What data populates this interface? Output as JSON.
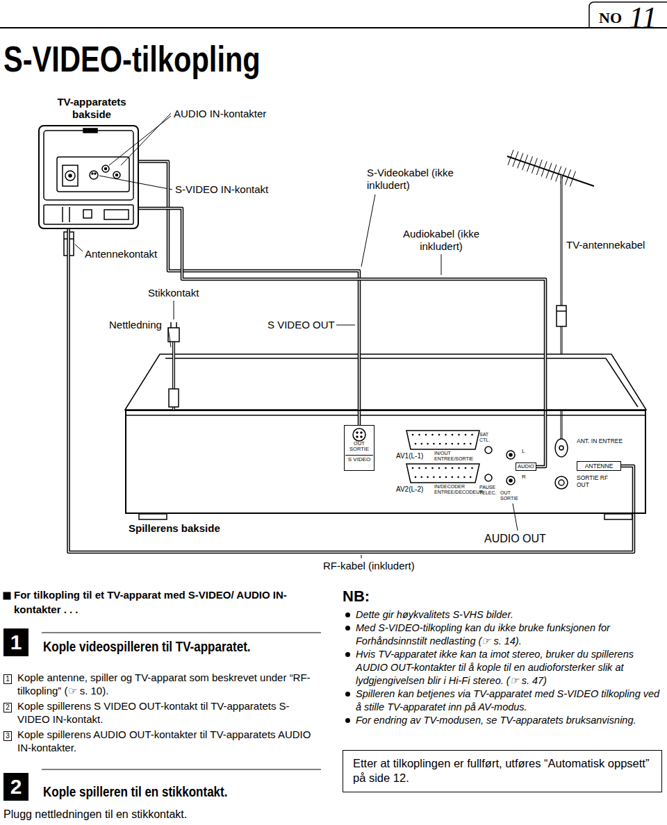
{
  "diagram": {
    "title": "S-VIDEO-tilkopling",
    "nodes": [
      {
        "text": [
          "TV-apparatets bakside"
        ]
      },
      {
        "text": [
          "Spillerens bakside"
        ]
      },
      {
        "text": [
          "OUT SORTIE",
          "S VIDEO"
        ],
        "in": 1
      },
      {
        "text": [
          "AUDIO"
        ],
        "in": 1
      },
      {
        "text": [
          "ANTENNE"
        ],
        "in": 1
      },
      {
        "text": [
          "1"
        ]
      },
      {
        "text": [
          "1"
        ]
      },
      {
        "text": [
          "2"
        ]
      },
      {
        "text": [
          "3"
        ]
      },
      {
        "text": [
          "2"
        ]
      },
      {
        "text": [
          "Etter at tilkoplingen er fullført, utføres “Automatisk oppsett” på side 12."
        ]
      }
    ],
    "edges": [
      {
        "from": 2,
        "to": 0,
        "arrow": "none"
      },
      {
        "from": 3,
        "to": 0,
        "arrow": "none"
      },
      {
        "from": 4,
        "to": 0,
        "arrow": "none"
      }
    ],
    "labels": [
      "NO",
      "11",
      "AUDIO IN-kontakter",
      "S-VIDEO IN-kontakt",
      "S-Videokabel (ikke inkludert)",
      "Antennekontakt",
      "Audiokabel (ikke inkludert)",
      "TV-antennekabel",
      "Stikkontakt",
      "Nettledning",
      "S VIDEO OUT",
      "AV1(L-1)",
      "IN/OUT ENTREE/SORTIE",
      "AV2(L-2)",
      "IN/DECODER ENTREE/DECODEUR",
      "SAT CTL.",
      "PAUSE TELEC.",
      "L",
      "R",
      "OUT SORTIE",
      "ANT. IN ENTREE",
      "SORTIE RF OUT",
      "AUDIO OUT",
      "RF-kabel (inkludert)",
      "For tilkopling til et TV-apparat med S-VIDEO/ AUDIO IN-kontakter . . .",
      "Kople videospilleren til TV-apparatet.",
      "Kople antenne, spiller og TV-apparat som beskrevet under “RF-tilkopling” (☞ s. 10).",
      "Kople spillerens S VIDEO OUT-kontakt til TV-apparatets S-VIDEO IN-kontakt.",
      "Kople spillerens AUDIO OUT-kontakter til TV-apparatets AUDIO IN-kontakter.",
      "Kople spilleren til en stikkontakt.",
      "Plugg nettledningen til en stikkontakt.",
      "NB:",
      "Dette gir høykvalitets S-VHS bilder.",
      "Med S-VIDEO-tilkopling kan du ikke bruke funksjonen for Forhåndsinnstilt nedlasting (☞ s. 14).",
      "Hvis TV-apparatet ikke kan ta imot stereo, bruker du spillerens AUDIO OUT-kontakter til å kople til en audioforsterker slik at lydgjengivelsen blir i Hi-Fi stereo. (☞ s. 47)",
      "Spilleren kan betjenes via TV-apparatet med S-VIDEO tilkopling ved å stille TV-apparatet inn på AV-modus.",
      "For endring av TV-modusen, se TV-apparatets bruksanvisning."
    ]
  }
}
